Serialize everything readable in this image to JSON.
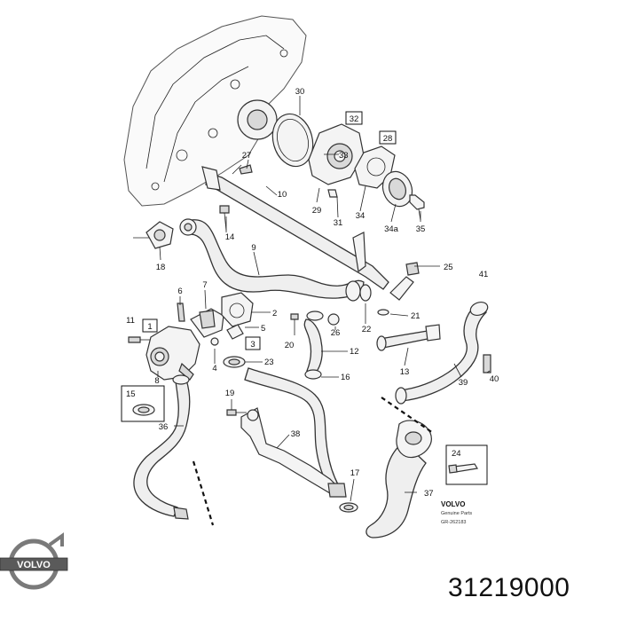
{
  "part_number": "31219000",
  "brand_logo_text": "VOLVO",
  "stamp": {
    "brand": "VOLVO",
    "line2": "Genuine Parts",
    "ref": "GR-262183"
  },
  "callouts": {
    "c1": "1",
    "c2": "2",
    "c3": "3",
    "c4": "4",
    "c5": "5",
    "c6": "6",
    "c7": "7",
    "c8": "8",
    "c9": "9",
    "c10": "10",
    "c11": "11",
    "c12": "12",
    "c13": "13",
    "c14": "14",
    "c15": "15",
    "c16": "16",
    "c17": "17",
    "c18": "18",
    "c19": "19",
    "c20": "20",
    "c21": "21",
    "c22": "22",
    "c23": "23",
    "c24": "24",
    "c25": "25",
    "c26": "26",
    "c27": "27",
    "c28": "28",
    "c29": "29",
    "c30": "30",
    "c31": "31",
    "c32": "32",
    "c33": "33",
    "c34": "34",
    "c34a": "34a",
    "c35": "35",
    "c36": "36",
    "c37": "37",
    "c38": "38",
    "c39": "39",
    "c40": "40",
    "c41": "41"
  }
}
